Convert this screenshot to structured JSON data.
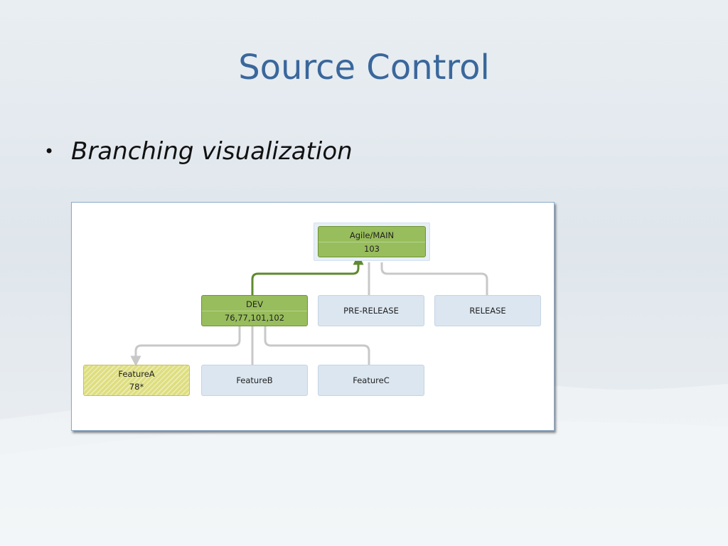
{
  "slide": {
    "title": "Source Control",
    "bullet": "Branching visualization"
  },
  "diagram": {
    "nodes": {
      "main": {
        "name": "Agile/MAIN",
        "changesets": "103",
        "state": "highlighted"
      },
      "dev": {
        "name": "DEV",
        "changesets": "76,77,101,102",
        "state": "highlighted"
      },
      "pre_release": {
        "name": "PRE-RELEASE"
      },
      "release": {
        "name": "RELEASE"
      },
      "feature_a": {
        "name": "FeatureA",
        "changesets": "78*",
        "state": "pending"
      },
      "feature_b": {
        "name": "FeatureB"
      },
      "feature_c": {
        "name": "FeatureC"
      }
    },
    "edges": [
      {
        "from": "dev",
        "to": "main",
        "highlighted": true
      },
      {
        "from": "pre_release",
        "to": "main"
      },
      {
        "from": "release",
        "to": "main"
      },
      {
        "from": "dev",
        "to": "feature_a"
      },
      {
        "from": "feature_b",
        "to": "dev"
      },
      {
        "from": "feature_c",
        "to": "dev"
      }
    ],
    "colors": {
      "branch_default": "#dbe6f0",
      "branch_highlight": "#98bd5c",
      "branch_pending": "#dede80",
      "connector": "#c8c8c8",
      "connector_highlight": "#5f8a2e"
    }
  }
}
